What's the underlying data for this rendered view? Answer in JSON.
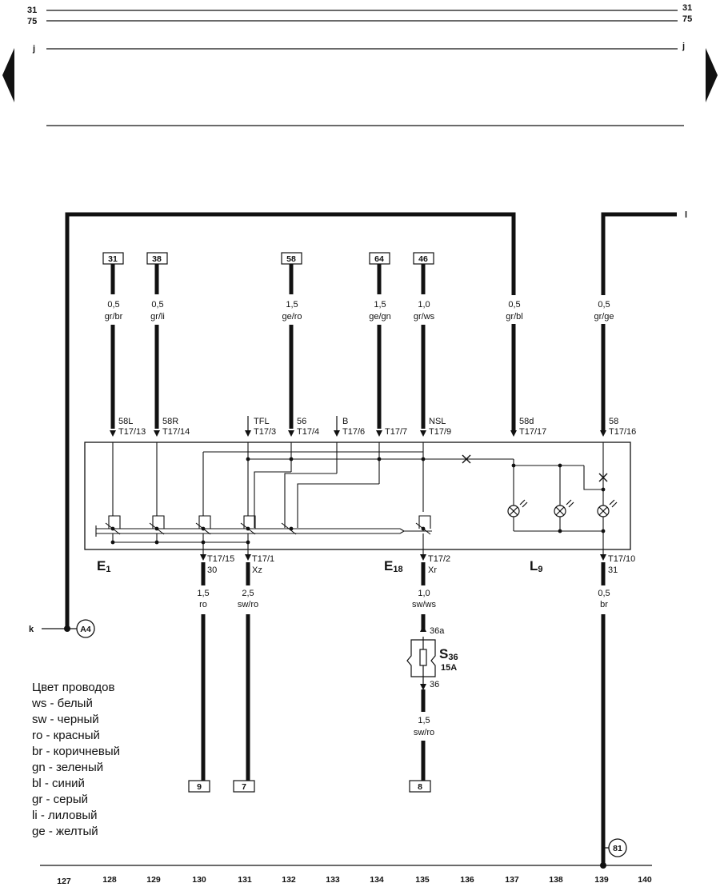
{
  "top_rails": {
    "rail_31": "31",
    "rail_75": "75",
    "rail_j": "j"
  },
  "ends": {
    "k": "k",
    "l": "l"
  },
  "ground_points": {
    "a4": "A4",
    "g81": "81"
  },
  "wires_top": [
    {
      "id": "w31",
      "box": "31",
      "size": "0,5",
      "color": "gr/br",
      "pin": "58L",
      "conn": "T17/13"
    },
    {
      "id": "w38",
      "box": "38",
      "size": "0,5",
      "color": "gr/li",
      "pin": "58R",
      "conn": "T17/14"
    },
    {
      "id": "w58",
      "box": "58",
      "size": "1,5",
      "color": "ge/ro",
      "pin": "56",
      "conn": "T17/4"
    },
    {
      "id": "w64",
      "box": "64",
      "size": "1,5",
      "color": "ge/gn",
      "pin": "",
      "conn": "T17/7"
    },
    {
      "id": "w46",
      "box": "46",
      "size": "1,0",
      "color": "gr/ws",
      "pin": "NSL",
      "conn": "T17/9"
    },
    {
      "id": "w58d",
      "box": "",
      "size": "0,5",
      "color": "gr/bl",
      "pin": "58d",
      "conn": "T17/17"
    },
    {
      "id": "w58b",
      "box": "",
      "size": "0,5",
      "color": "gr/ge",
      "pin": "58",
      "conn": "T17/16"
    }
  ],
  "extra_pins": [
    {
      "id": "tfl",
      "pin": "TFL",
      "conn": "T17/3"
    },
    {
      "id": "b",
      "pin": "B",
      "conn": "T17/6"
    }
  ],
  "wires_bottom": [
    {
      "id": "b30",
      "conn": "T17/15",
      "pin": "30",
      "size": "1,5",
      "color": "ro",
      "box": "9"
    },
    {
      "id": "bxz",
      "conn": "T17/1",
      "pin": "Xz",
      "size": "2,5",
      "color": "sw/ro",
      "box": "7"
    },
    {
      "id": "bxr",
      "conn": "T17/2",
      "pin": "Xr",
      "size": "1,0",
      "color": "sw/ws",
      "box": ""
    },
    {
      "id": "b31",
      "conn": "T17/10",
      "pin": "31",
      "size": "0,5",
      "color": "br",
      "box": ""
    }
  ],
  "fuse": {
    "name": "S",
    "sub": "36",
    "rating": "15A",
    "pin_top": "36a",
    "pin_bottom": "36",
    "out_size": "1,5",
    "out_color": "sw/ro",
    "out_box": "8"
  },
  "components": {
    "e1": "E",
    "e1_sub": "1",
    "e18": "E",
    "e18_sub": "18",
    "l9": "L",
    "l9_sub": "9"
  },
  "legend": {
    "title": "Цвет проводов",
    "items": [
      "ws - белый",
      "sw - черный",
      "ro - красный",
      "br - коричневый",
      "gn - зеленый",
      "bl - синий",
      "gr - серый",
      "li - лиловый",
      "ge - желтый"
    ]
  },
  "ruler": [
    "127",
    "128",
    "129",
    "130",
    "131",
    "132",
    "133",
    "134",
    "135",
    "136",
    "137",
    "138",
    "139",
    "140"
  ],
  "colors": {
    "ink": "#111111",
    "paper": "#ffffff"
  }
}
